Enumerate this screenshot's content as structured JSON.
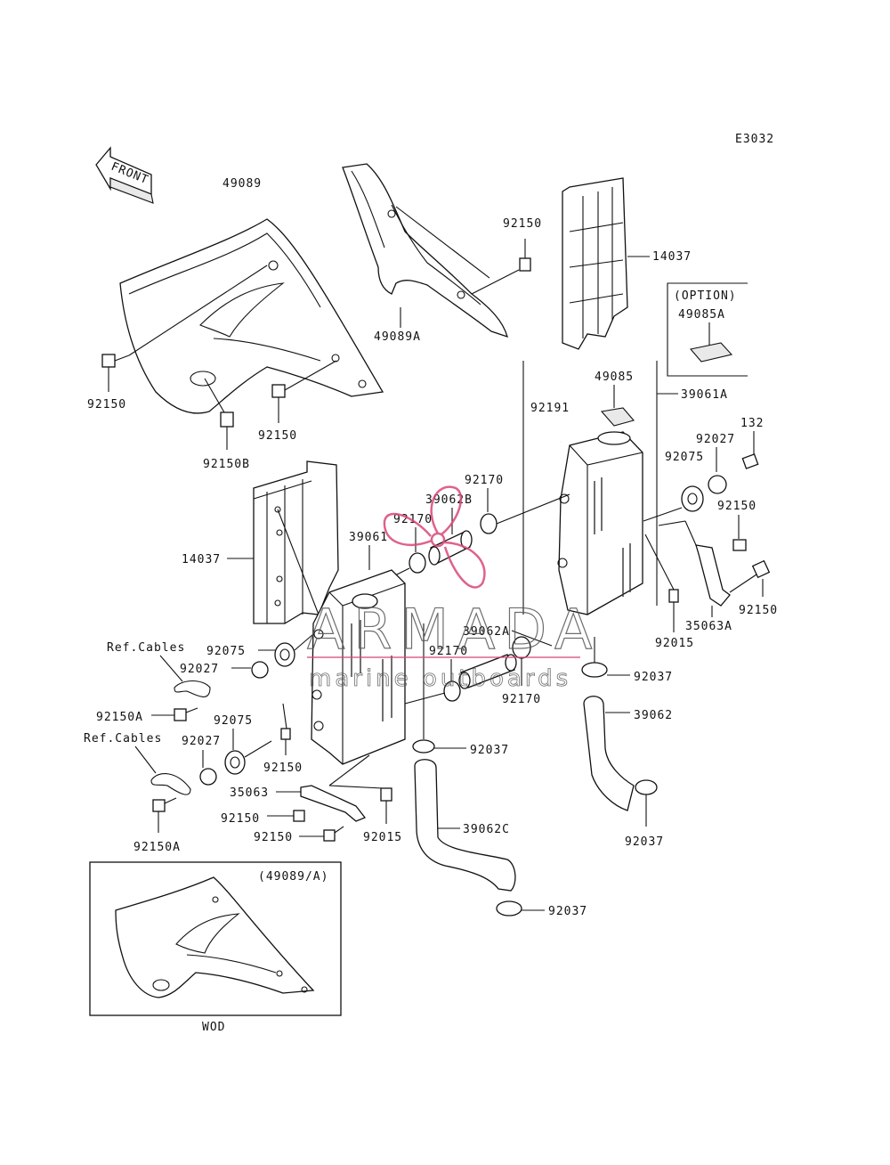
{
  "diagram_code": "E3032",
  "front_label": "FRONT",
  "labels": {
    "l49089": "49089",
    "l49089A": "49089A",
    "l92150_top": "92150",
    "l14037_top": "14037",
    "option_title": "(OPTION)",
    "option_part": "49085A",
    "l92150_left": "92150",
    "l92150_mid": "92150",
    "l92150B": "92150B",
    "l49085": "49085",
    "l39061A": "39061A",
    "l92191": "92191",
    "l132": "132",
    "l92027_r": "92027",
    "l92075_r": "92075",
    "l92150_r1": "92150",
    "l92150_r2": "92150",
    "l35063A": "35063A",
    "l92015_r": "92015",
    "l92170_a": "92170",
    "l39062B": "39062B",
    "l92170_b": "92170",
    "l39061": "39061",
    "l14037_left": "14037",
    "l39062A": "39062A",
    "l92170_c": "92170",
    "l92170_d": "92170",
    "l92037_r1": "92037",
    "l39062": "39062",
    "l92037_r2": "92037",
    "refcables_1": "Ref.Cables",
    "l92075_l1": "92075",
    "l92027_l1": "92027",
    "l92150A_1": "92150A",
    "l92075_l2": "92075",
    "refcables_2": "Ref.Cables",
    "l92027_l2": "92027",
    "l92150_c": "92150",
    "l35063": "35063",
    "l92150_d": "92150",
    "l92150_e": "92150",
    "l92015_c": "92015",
    "l92037_c": "92037",
    "l39062C": "39062C",
    "l92150A_2": "92150A",
    "l92037_b": "92037",
    "inset_title": "(49089/A)",
    "inset_caption": "WOD"
  },
  "watermark": {
    "brand": "ARMADA",
    "tagline": "marine outboards",
    "color": "#d9477a"
  }
}
